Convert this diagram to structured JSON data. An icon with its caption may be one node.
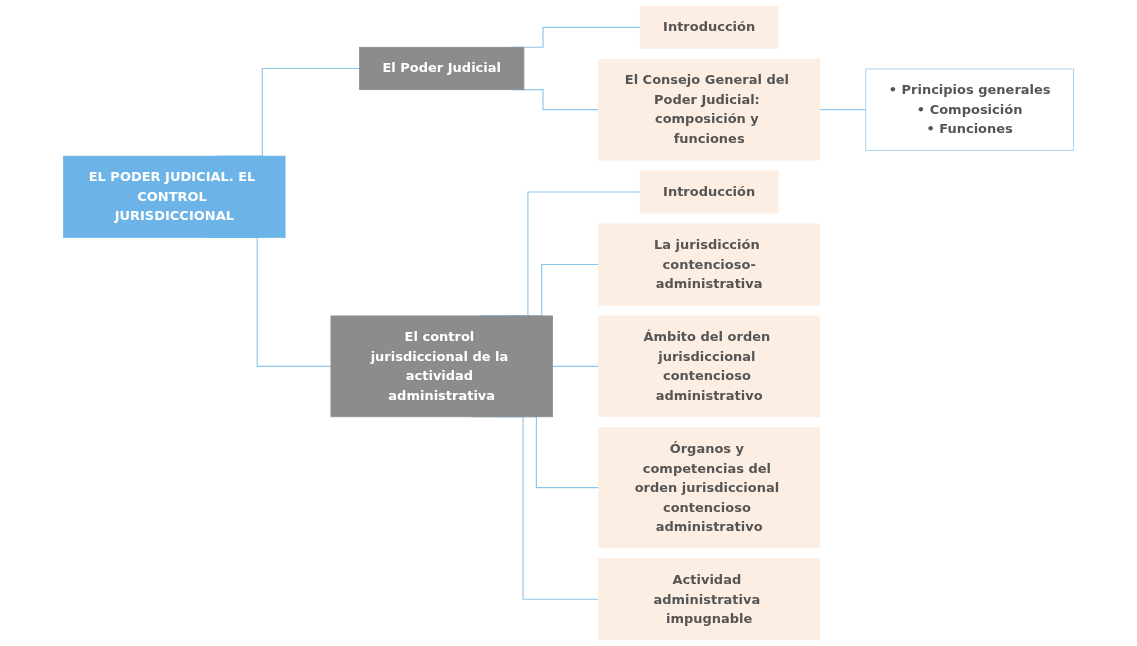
{
  "diagram": {
    "nodes": [
      {
        "text": [
          "EL PODER JUDICIAL. EL CONTROL JURISDICCIONAL"
        ]
      },
      {
        "text": [
          "El Poder Judicial"
        ]
      },
      {
        "text": [
          "Introducción"
        ]
      },
      {
        "text": [
          "El Consejo General del Poder Judicial: composición y funciones"
        ]
      },
      {
        "text": [
          "• Principios generales",
          "• Composición",
          "• Funciones"
        ]
      },
      {
        "text": [
          "El control jurisdiccional de la actividad administrativa"
        ]
      },
      {
        "text": [
          "Introducción"
        ]
      },
      {
        "text": [
          "La jurisdicción contencioso-administrativa"
        ]
      },
      {
        "text": [
          "Ámbito del orden jurisdiccional contencioso administrativo"
        ]
      },
      {
        "text": [
          "Órganos y competencias del orden jurisdiccional contencioso administrativo"
        ]
      },
      {
        "text": [
          "Actividad administrativa impugnable"
        ]
      }
    ],
    "edges": [
      {
        "from": 0,
        "to": 1,
        "arrow": "none"
      },
      {
        "from": 0,
        "to": 5,
        "arrow": "none"
      },
      {
        "from": 1,
        "to": 2,
        "arrow": "none"
      },
      {
        "from": 1,
        "to": 3,
        "arrow": "none"
      },
      {
        "from": 3,
        "to": 4,
        "arrow": "none"
      },
      {
        "from": 5,
        "to": 6,
        "arrow": "none"
      },
      {
        "from": 5,
        "to": 7,
        "arrow": "none"
      },
      {
        "from": 5,
        "to": 8,
        "arrow": "none"
      },
      {
        "from": 5,
        "to": 9,
        "arrow": "none"
      },
      {
        "from": 5,
        "to": 10,
        "arrow": "none"
      }
    ]
  }
}
